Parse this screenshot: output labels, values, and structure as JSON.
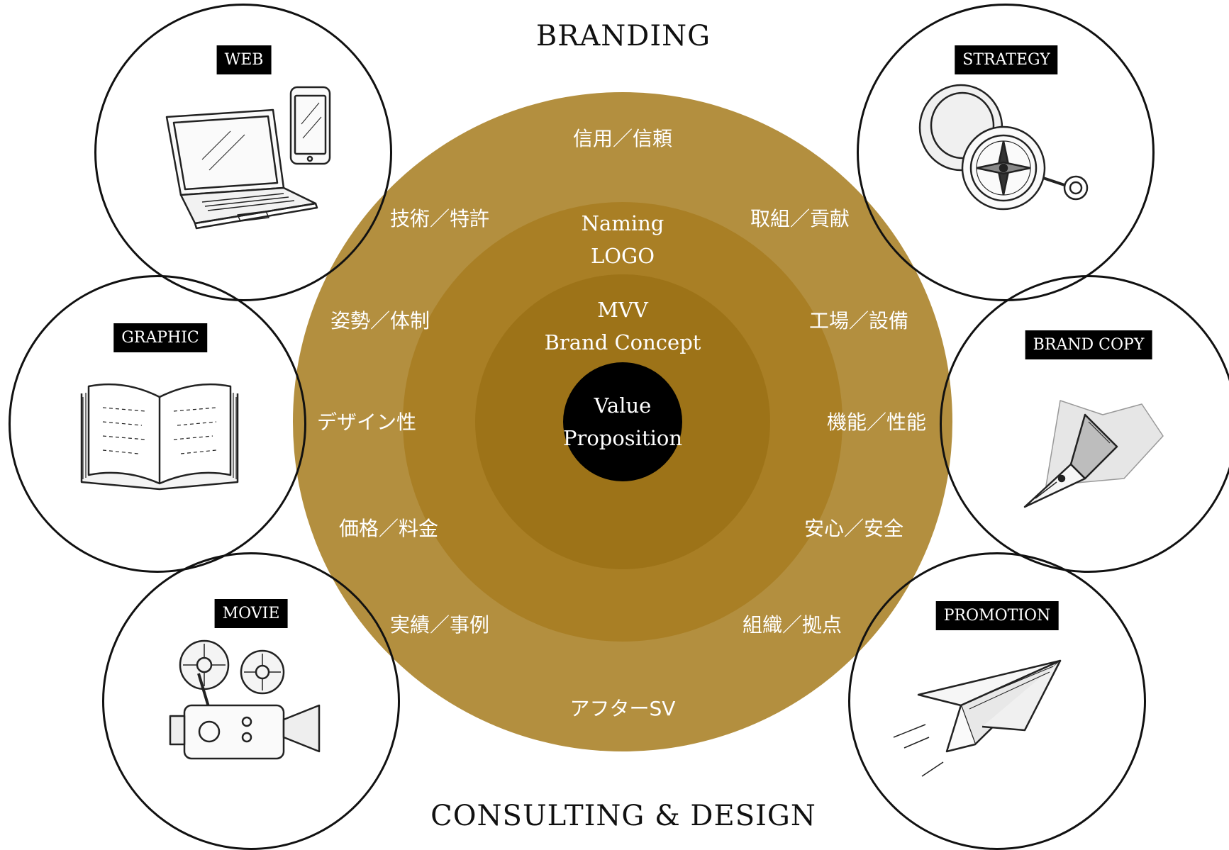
{
  "diagram": {
    "title_top": "BRANDING",
    "title_bottom": "CONSULTING & DESIGN",
    "colors": {
      "outer_ring": "#b38f3f",
      "middle_ring": "#a97f25",
      "inner_ring": "#9d7318",
      "core": "#000000",
      "stroke": "#111111"
    },
    "outer_ring_labels": [
      "信用／信頼",
      "技術／特許",
      "取組／貢献",
      "姿勢／体制",
      "工場／設備",
      "デザイン性",
      "機能／性能",
      "価格／料金",
      "安心／安全",
      "実績／事例",
      "組織／拠点",
      "アフターSV"
    ],
    "middle_ring_labels": [
      "Naming",
      "LOGO"
    ],
    "inner_ring_labels": [
      "MVV",
      "Brand Concept"
    ],
    "core_labels": [
      "Value",
      "Proposition"
    ],
    "services": [
      {
        "label": "WEB",
        "icon": "laptop-phone-icon"
      },
      {
        "label": "STRATEGY",
        "icon": "compass-icon"
      },
      {
        "label": "GRAPHIC",
        "icon": "book-icon"
      },
      {
        "label": "BRAND COPY",
        "icon": "fountain-pen-icon"
      },
      {
        "label": "MOVIE",
        "icon": "film-projector-icon"
      },
      {
        "label": "PROMOTION",
        "icon": "paper-plane-icon"
      }
    ]
  }
}
